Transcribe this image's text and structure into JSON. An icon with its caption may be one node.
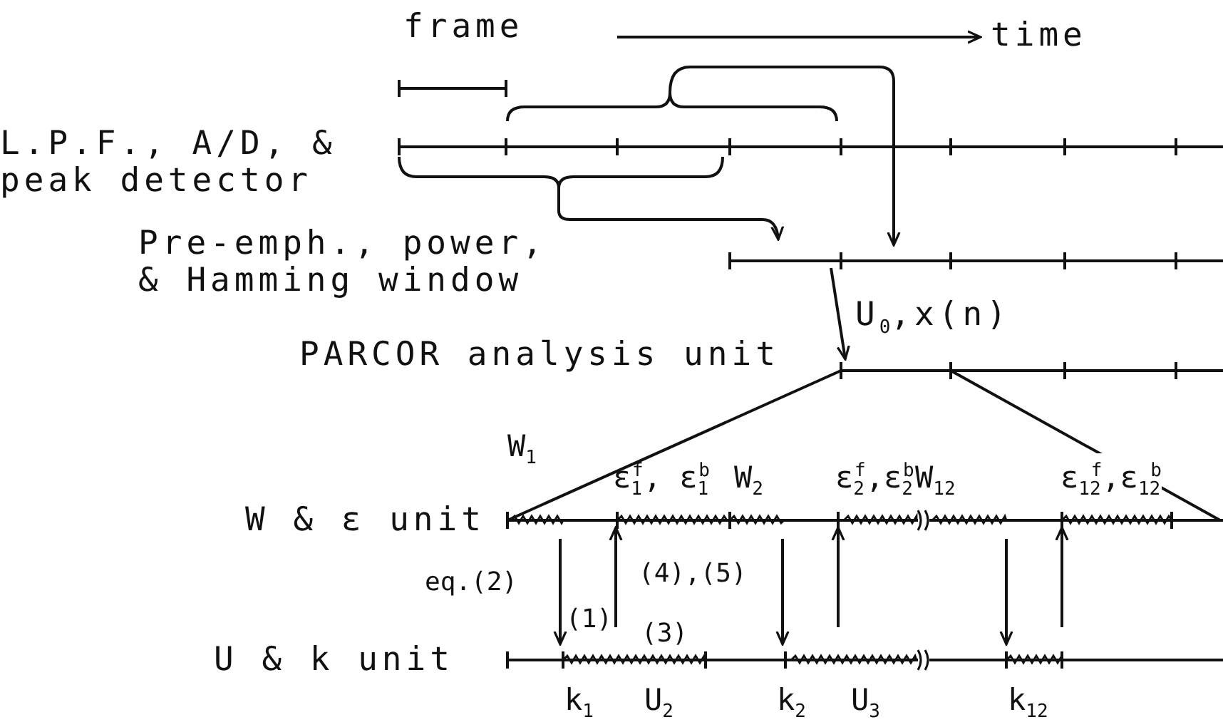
{
  "diagram": {
    "labels": [
      "frame",
      "time",
      "L.P.F., A/D, & peak detector",
      "Pre-emph., power, & Hamming window",
      "U$_{0}$,x(n)",
      "PARCOR analysis unit",
      "W$_{1}$",
      "ε$_{1}$$^{f}$, ε$_{1}$$^{b}$",
      "W$_{2}$",
      "ε$_{2}$$^{f}$,ε$_{2}$$^{b}$",
      "W$_{12}$",
      "ε$_{12}$$^{f}$,ε$_{12}$$^{b}$",
      "W & ε unit",
      "eq.(2)",
      "(4),(5)",
      "(1)",
      "(3)",
      "U & k unit",
      "k$_{1}$",
      "U$_{2}$",
      "k$_{2}$",
      "U$_{3}$",
      "k$_{12}$"
    ]
  }
}
